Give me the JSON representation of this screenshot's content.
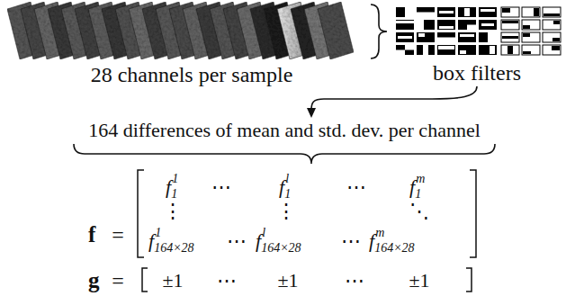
{
  "diagram": {
    "labels": [
      "28 channels per sample",
      "box filters",
      "164 differences of mean and std. dev. per channel",
      "f",
      "=",
      "f",
      "1",
      "1",
      "⋯",
      "f",
      "l",
      "1",
      "⋯",
      "f",
      "m",
      "1",
      "⋮",
      "⋮",
      "⋱",
      "f",
      "1",
      "164×28",
      "⋯",
      "f",
      "l",
      "164×28",
      "⋯",
      "f",
      "m",
      "164×28",
      "g",
      "=",
      "±1",
      "⋯",
      "±1",
      "⋯",
      "±1"
    ]
  }
}
